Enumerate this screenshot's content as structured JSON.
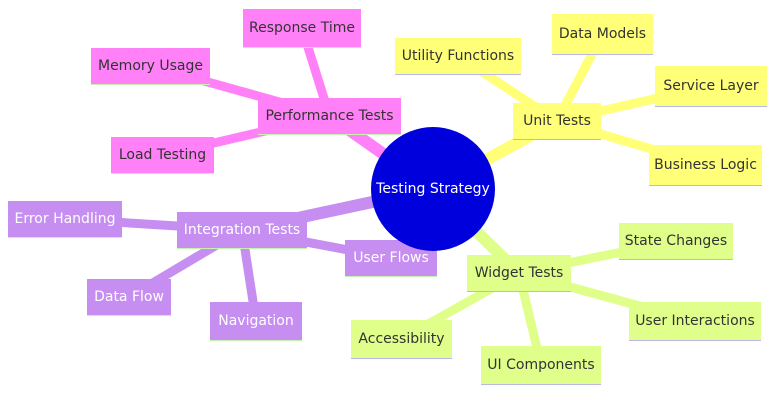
{
  "root": {
    "label": "Testing Strategy",
    "fill": "#0000dd",
    "text_color": "#ffffff"
  },
  "branches": [
    {
      "key": "unit",
      "label": "Unit Tests",
      "fill": "#ffff78",
      "edge": "#ffff78",
      "underline": "#b8b8e8",
      "text_color": "#333333",
      "children": [
        "Utility Functions",
        "Data Models",
        "Service Layer",
        "Business Logic"
      ]
    },
    {
      "key": "widget",
      "label": "Widget Tests",
      "fill": "#e0ff8a",
      "edge": "#e0ff8a",
      "underline": "#b8b8e8",
      "text_color": "#333333",
      "children": [
        "State Changes",
        "User Interactions",
        "UI Components",
        "Accessibility"
      ]
    },
    {
      "key": "integration",
      "label": "Integration Tests",
      "fill": "#c78ef2",
      "edge": "#c78ef2",
      "underline": "#c8f0b0",
      "text_color": "#ffffff",
      "children": [
        "Error Handling",
        "User Flows",
        "Data Flow",
        "Navigation"
      ]
    },
    {
      "key": "performance",
      "label": "Performance Tests",
      "fill": "#ff80f7",
      "edge": "#ff80f7",
      "underline": "#c8f0b0",
      "text_color": "#333333",
      "children": [
        "Response Time",
        "Memory Usage",
        "Load Testing"
      ]
    }
  ]
}
